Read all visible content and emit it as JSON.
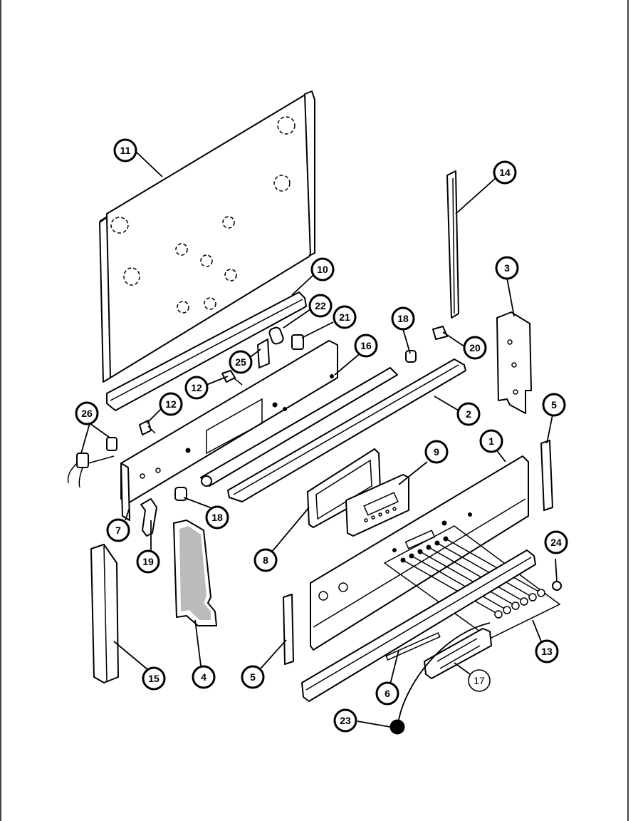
{
  "callouts": [
    {
      "id": "c1",
      "label": "1"
    },
    {
      "id": "c2",
      "label": "2"
    },
    {
      "id": "c3",
      "label": "3"
    },
    {
      "id": "c4",
      "label": "4"
    },
    {
      "id": "c5a",
      "label": "5"
    },
    {
      "id": "c5b",
      "label": "5"
    },
    {
      "id": "c6",
      "label": "6"
    },
    {
      "id": "c7",
      "label": "7"
    },
    {
      "id": "c8",
      "label": "8"
    },
    {
      "id": "c9",
      "label": "9"
    },
    {
      "id": "c10",
      "label": "10"
    },
    {
      "id": "c11",
      "label": "11"
    },
    {
      "id": "c12a",
      "label": "12"
    },
    {
      "id": "c12b",
      "label": "12"
    },
    {
      "id": "c13",
      "label": "13"
    },
    {
      "id": "c14",
      "label": "14"
    },
    {
      "id": "c15",
      "label": "15"
    },
    {
      "id": "c16",
      "label": "16"
    },
    {
      "id": "c17",
      "label": "17"
    },
    {
      "id": "c18a",
      "label": "18"
    },
    {
      "id": "c18b",
      "label": "18"
    },
    {
      "id": "c19",
      "label": "19"
    },
    {
      "id": "c20",
      "label": "20"
    },
    {
      "id": "c21",
      "label": "21"
    },
    {
      "id": "c22",
      "label": "22"
    },
    {
      "id": "c23",
      "label": "23"
    },
    {
      "id": "c24",
      "label": "24"
    },
    {
      "id": "c25",
      "label": "25"
    },
    {
      "id": "c26",
      "label": "26"
    }
  ]
}
